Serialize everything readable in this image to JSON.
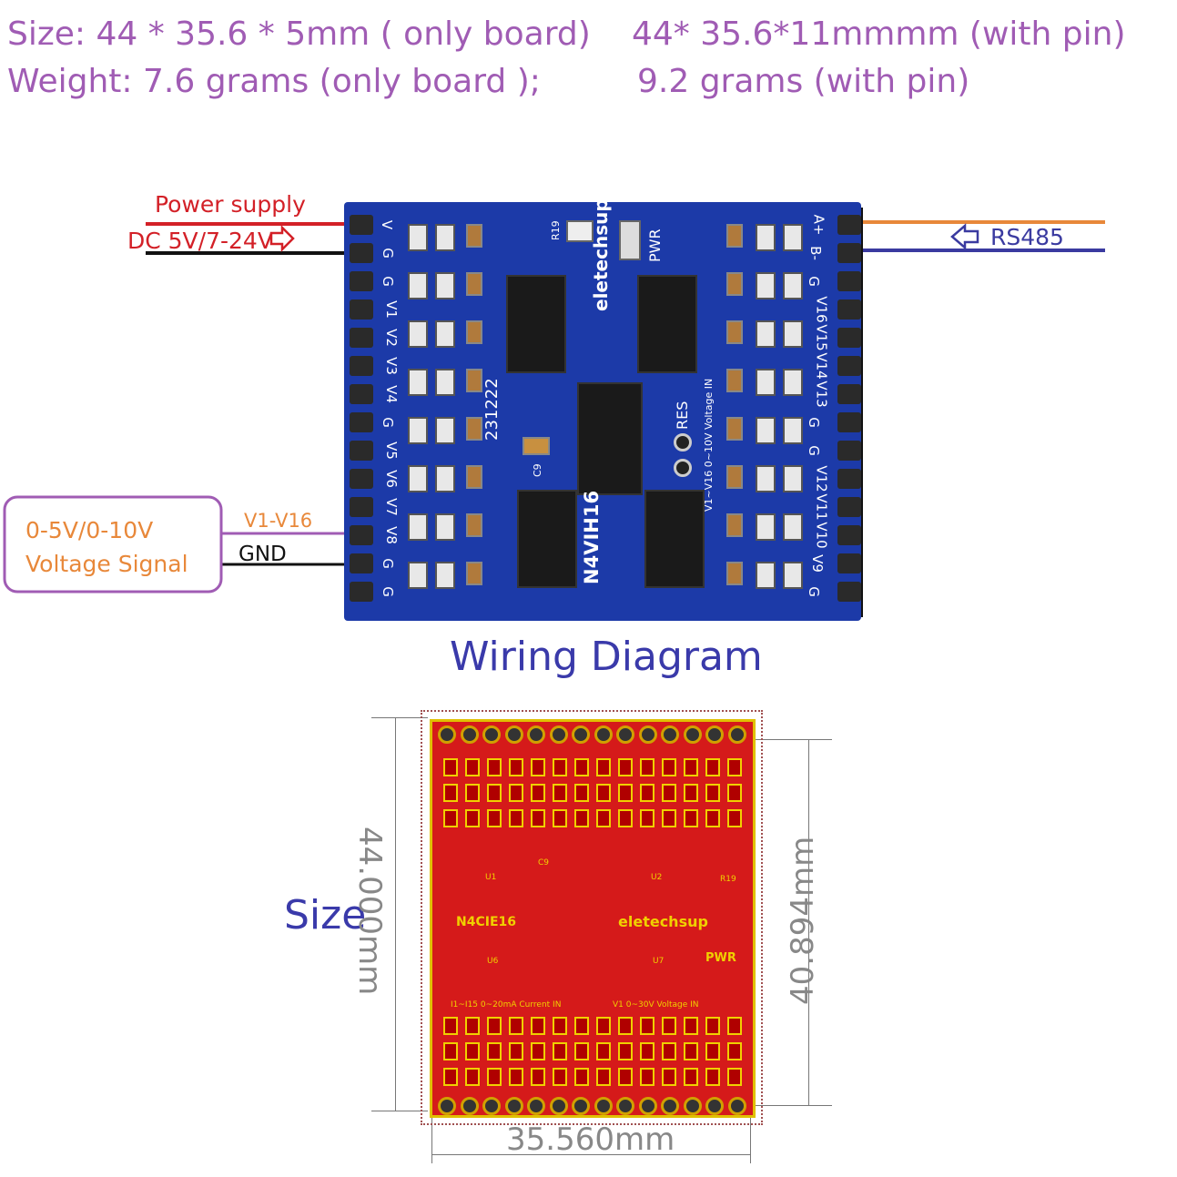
{
  "specs": {
    "size_board": "Size: 44 * 35.6 * 5mm ( only board)",
    "size_pin": "44* 35.6*11mmmm (with pin)",
    "weight_board": "Weight: 7.6 grams (only board );",
    "weight_pin": "9.2 grams (with pin)"
  },
  "wiring": {
    "power_supply": "Power supply",
    "dc_voltage": "DC 5V/7-24V",
    "rs485": "RS485",
    "signal_box_line1": "0-5V/0-10V",
    "signal_box_line2": "Voltage Signal",
    "v_range": "V1-V16",
    "gnd": "GND",
    "title": "Wiring Diagram"
  },
  "board_labels": {
    "left_pins": [
      "V",
      "G",
      "G",
      "V1",
      "V2",
      "V3",
      "V4",
      "G",
      "V5",
      "V6",
      "V7",
      "V8",
      "G",
      "G"
    ],
    "right_pins": [
      "A+",
      "B-",
      "G",
      "V16",
      "V15",
      "V14",
      "V13",
      "G",
      "G",
      "V12",
      "V11",
      "V10",
      "V9",
      "G"
    ],
    "model": "N4VIH16",
    "brand": "eletechsup",
    "date": "231222",
    "r19": "R19",
    "pwr": "PWR",
    "res": "RES",
    "c9": "C9",
    "voltage_in": "V1~V16  0~10V  Voltage IN"
  },
  "size_section": {
    "label": "Size",
    "height_dim": "44.000mm",
    "inner_dim": "40.894mm",
    "width_dim": "35.560mm",
    "pcb_labels": {
      "model": "N4CIE16",
      "brand": "eletechsup",
      "pwr": "PWR",
      "current_in": "I1~I15  0~20mA  Current  IN",
      "voltage_in": "V1  0~30V  Voltage  IN",
      "r19": "R19",
      "u1": "U1",
      "u2": "U2",
      "u6": "U6",
      "u7": "U7",
      "c9": "C9"
    }
  },
  "colors": {
    "spec_text": "#a05cb4",
    "power_red": "#d32027",
    "rs485_blue": "#3a3aa0",
    "rs485_orange": "#e8883a",
    "signal_orange": "#e8883a",
    "signal_purple": "#a05cb4",
    "title_blue": "#3a3aaa",
    "board_blue": "#1c3aa8",
    "pcb_red": "#d51a1a"
  }
}
